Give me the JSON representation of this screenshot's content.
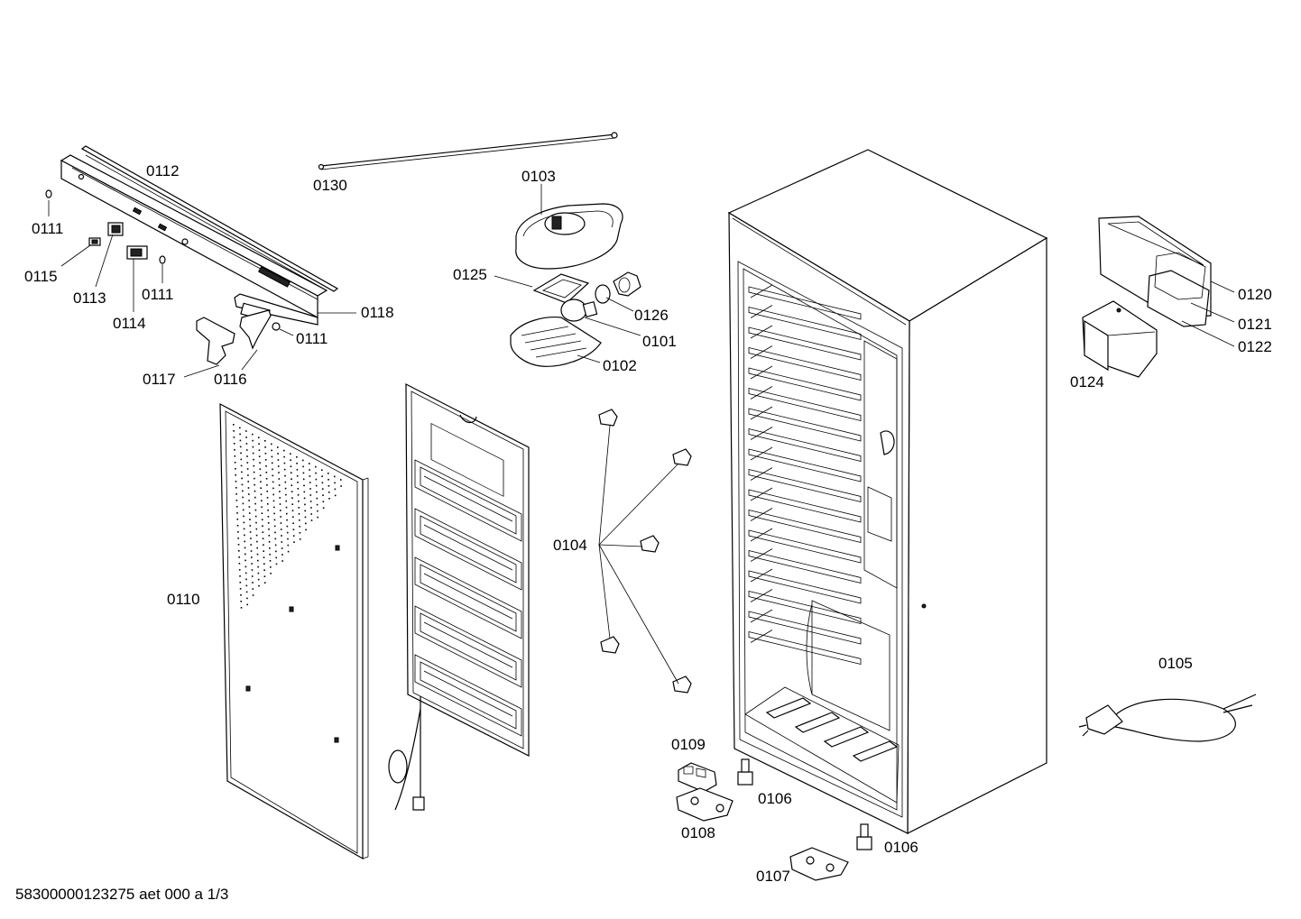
{
  "labels": {
    "p0112": "0112",
    "p0111a": "0111",
    "p0115": "0115",
    "p0113": "0113",
    "p0114": "0114",
    "p0111b": "0111",
    "p0118": "0118",
    "p0111c": "0111",
    "p0117": "0117",
    "p0116": "0116",
    "p0130": "0130",
    "p0103": "0103",
    "p0125": "0125",
    "p0126": "0126",
    "p0101": "0101",
    "p0102": "0102",
    "p0120": "0120",
    "p0121": "0121",
    "p0122": "0122",
    "p0124": "0124",
    "p0110": "0110",
    "p0104": "0104",
    "p0105": "0105",
    "p0109": "0109",
    "p0106a": "0106",
    "p0108": "0108",
    "p0106b": "0106",
    "p0107": "0107"
  },
  "footer": {
    "code": "58300000123275 aet 000 a 1/3"
  }
}
